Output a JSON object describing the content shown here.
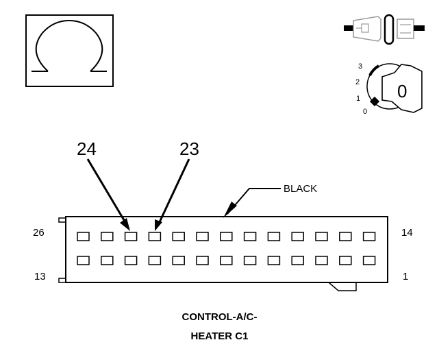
{
  "connector": {
    "color_label": "BLACK",
    "pin_callouts": [
      "24",
      "23"
    ],
    "cavity_labels": {
      "top_left": "26",
      "bottom_left": "13",
      "top_right": "14",
      "bottom_right": "1"
    },
    "rows": 2,
    "cavities_per_row": 13
  },
  "omega_symbol": "Ω",
  "ignition_key": {
    "positions": [
      "3",
      "2",
      "1",
      "0"
    ],
    "key_face": "0"
  },
  "caption": {
    "line1": "CONTROL-A/C-",
    "line2": "HEATER C1"
  }
}
